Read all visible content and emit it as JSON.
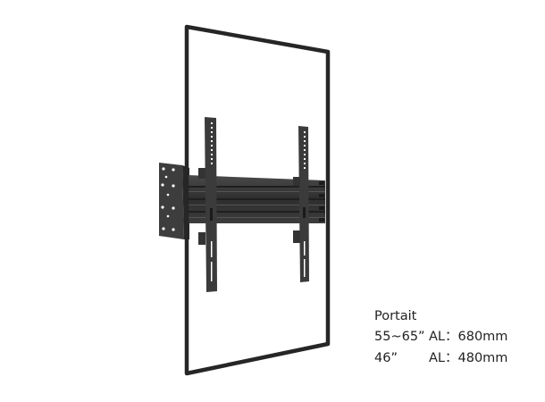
{
  "illustration": {
    "subject": "Portrait TV wall mount bracket with display outline",
    "frame_color": "#262626",
    "bracket_color": "#3a3a3a",
    "background": "#ffffff"
  },
  "specs": {
    "title": "Portait",
    "rows": [
      {
        "size": "55~65”",
        "al_label": "AL：680mm"
      },
      {
        "size": "46”",
        "al_label": "AL：480mm"
      }
    ]
  }
}
